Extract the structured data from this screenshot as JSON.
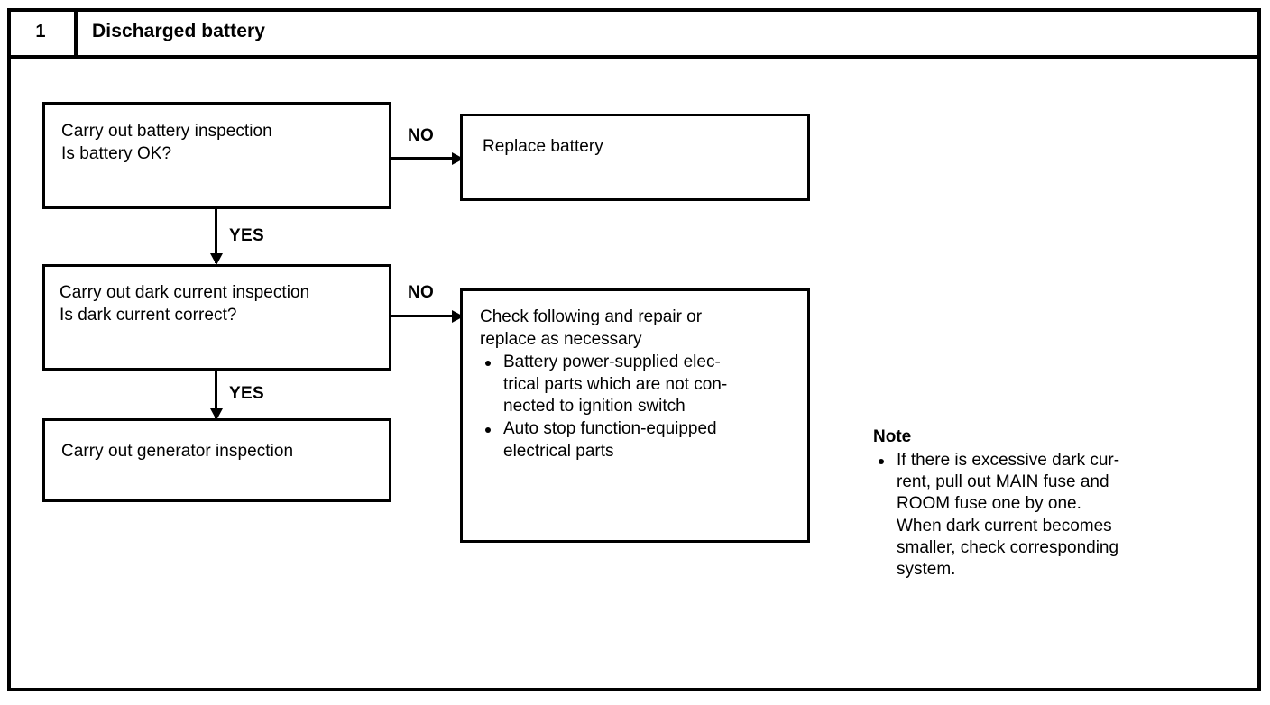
{
  "header": {
    "number": "1",
    "title": "Discharged battery"
  },
  "flow": {
    "battery_check": "Carry out battery inspection\nIs battery OK?",
    "replace_battery": "Replace battery",
    "dark_current_check": "Carry out dark current inspection\nIs dark current correct?",
    "generator_check": "Carry out generator inspection",
    "check_following": {
      "lead_in": "Check following and repair or\nreplace as necessary",
      "bullets": [
        "Battery power-supplied elec-\ntrical parts which are not con-\nnected to ignition switch",
        "Auto stop function-equipped\nelectrical parts"
      ]
    }
  },
  "edges": {
    "no_battery": "NO",
    "no_dark_current": "NO",
    "yes_battery": "YES",
    "yes_dark_current": "YES"
  },
  "note": {
    "title": "Note",
    "bullets": [
      "If there is excessive dark cur-\nrent, pull out MAIN fuse and\nROOM fuse one by one.\nWhen dark current becomes\nsmaller, check corresponding\nsystem."
    ]
  },
  "colors": {
    "ink": "#000000",
    "paper": "#ffffff"
  }
}
